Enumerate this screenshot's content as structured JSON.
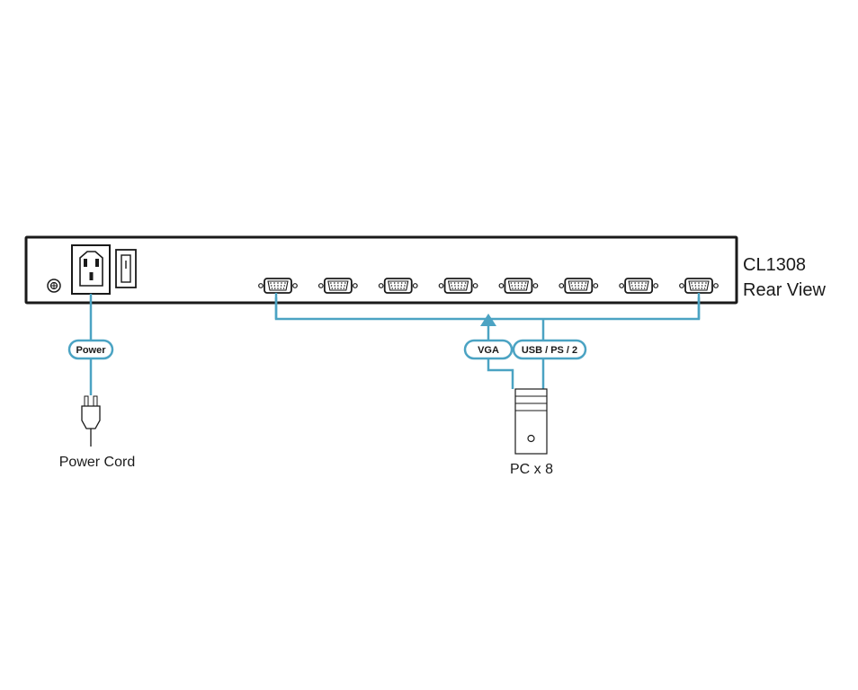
{
  "device": {
    "model": "CL1308",
    "view": "Rear View",
    "port_count": 8
  },
  "labels": {
    "power": "Power",
    "vga": "VGA",
    "usb_ps2": "USB / PS / 2",
    "power_cord": "Power Cord",
    "pc": "PC x 8"
  },
  "colors": {
    "cable": "#4ba3c3",
    "outline": "#1a1a1a"
  },
  "icons": [
    "ground-screw-icon",
    "power-socket-icon",
    "power-switch-icon",
    "vga-port-icon",
    "power-plug-icon",
    "pc-tower-icon",
    "arrow-up-icon"
  ]
}
